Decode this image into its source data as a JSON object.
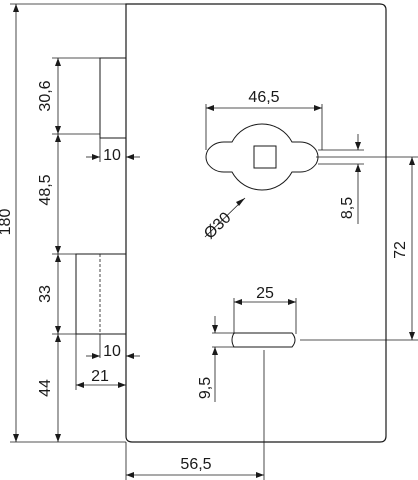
{
  "drawing": {
    "dimensions": {
      "overall_height": "180",
      "dim_30_6": "30,6",
      "dim_48_5": "48,5",
      "dim_33": "33",
      "dim_44": "44",
      "dim_10_top": "10",
      "dim_10_bottom": "10",
      "dim_21": "21",
      "dim_46_5": "46,5",
      "dim_diameter_30": "Ø30",
      "dim_8_5": "8,5",
      "dim_72": "72",
      "dim_25": "25",
      "dim_9_5": "9,5",
      "dim_56_5": "56,5"
    }
  }
}
